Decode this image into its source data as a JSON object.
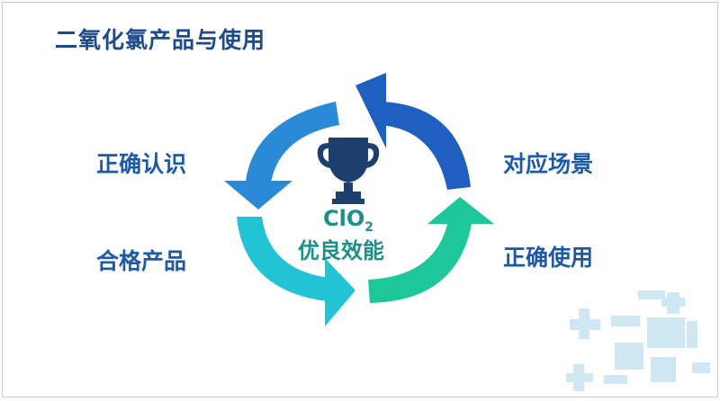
{
  "slide": {
    "title": "二氧化氯产品与使用",
    "labels": {
      "top_left": "正确认识",
      "bottom_left": "合格产品",
      "top_right": "对应场景",
      "bottom_right": "正确使用"
    },
    "center": {
      "formula_main": "ClO",
      "formula_sub": "2",
      "text": "优良效能"
    },
    "icons": [
      "trophy-icon",
      "cycle-arrow-icon",
      "plus-pattern-icon"
    ],
    "colors": {
      "title": "#1c4a8a",
      "label": "#1c5aa8",
      "center_text": "#1c8f8c",
      "arrow_top_left": "#2a8ad8",
      "arrow_top_right": "#1f5fc0",
      "arrow_bottom_left": "#22c3d4",
      "arrow_bottom_right": "#1dc79a",
      "trophy": "#1c3f6e",
      "decor": "#cfe6f3"
    }
  }
}
